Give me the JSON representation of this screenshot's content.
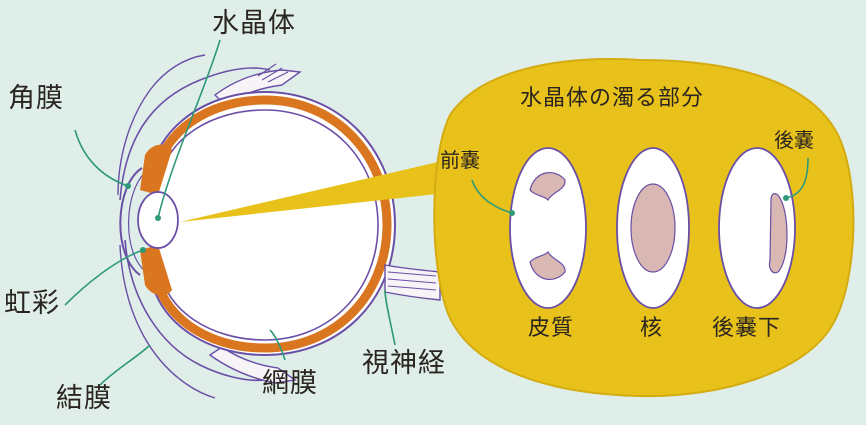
{
  "labels": {
    "lens": "水晶体",
    "cornea": "角膜",
    "iris": "虹彩",
    "conjunctiva": "結膜",
    "retina": "網膜",
    "optic_nerve": "視神経",
    "cloud_title": "水晶体の濁る部分",
    "anterior_capsule": "前嚢",
    "posterior_capsule": "後嚢",
    "cortex": "皮質",
    "nucleus": "核",
    "posterior_subcapsular": "後嚢下"
  },
  "colors": {
    "background": "#dfeee9",
    "bubble_fill": "#e8c21a",
    "sclera_outline": "#6a4fa6",
    "choroid": "#d9761f",
    "opacity_pink": "#d9b8b3",
    "leader_line": "#2f9a7a"
  }
}
